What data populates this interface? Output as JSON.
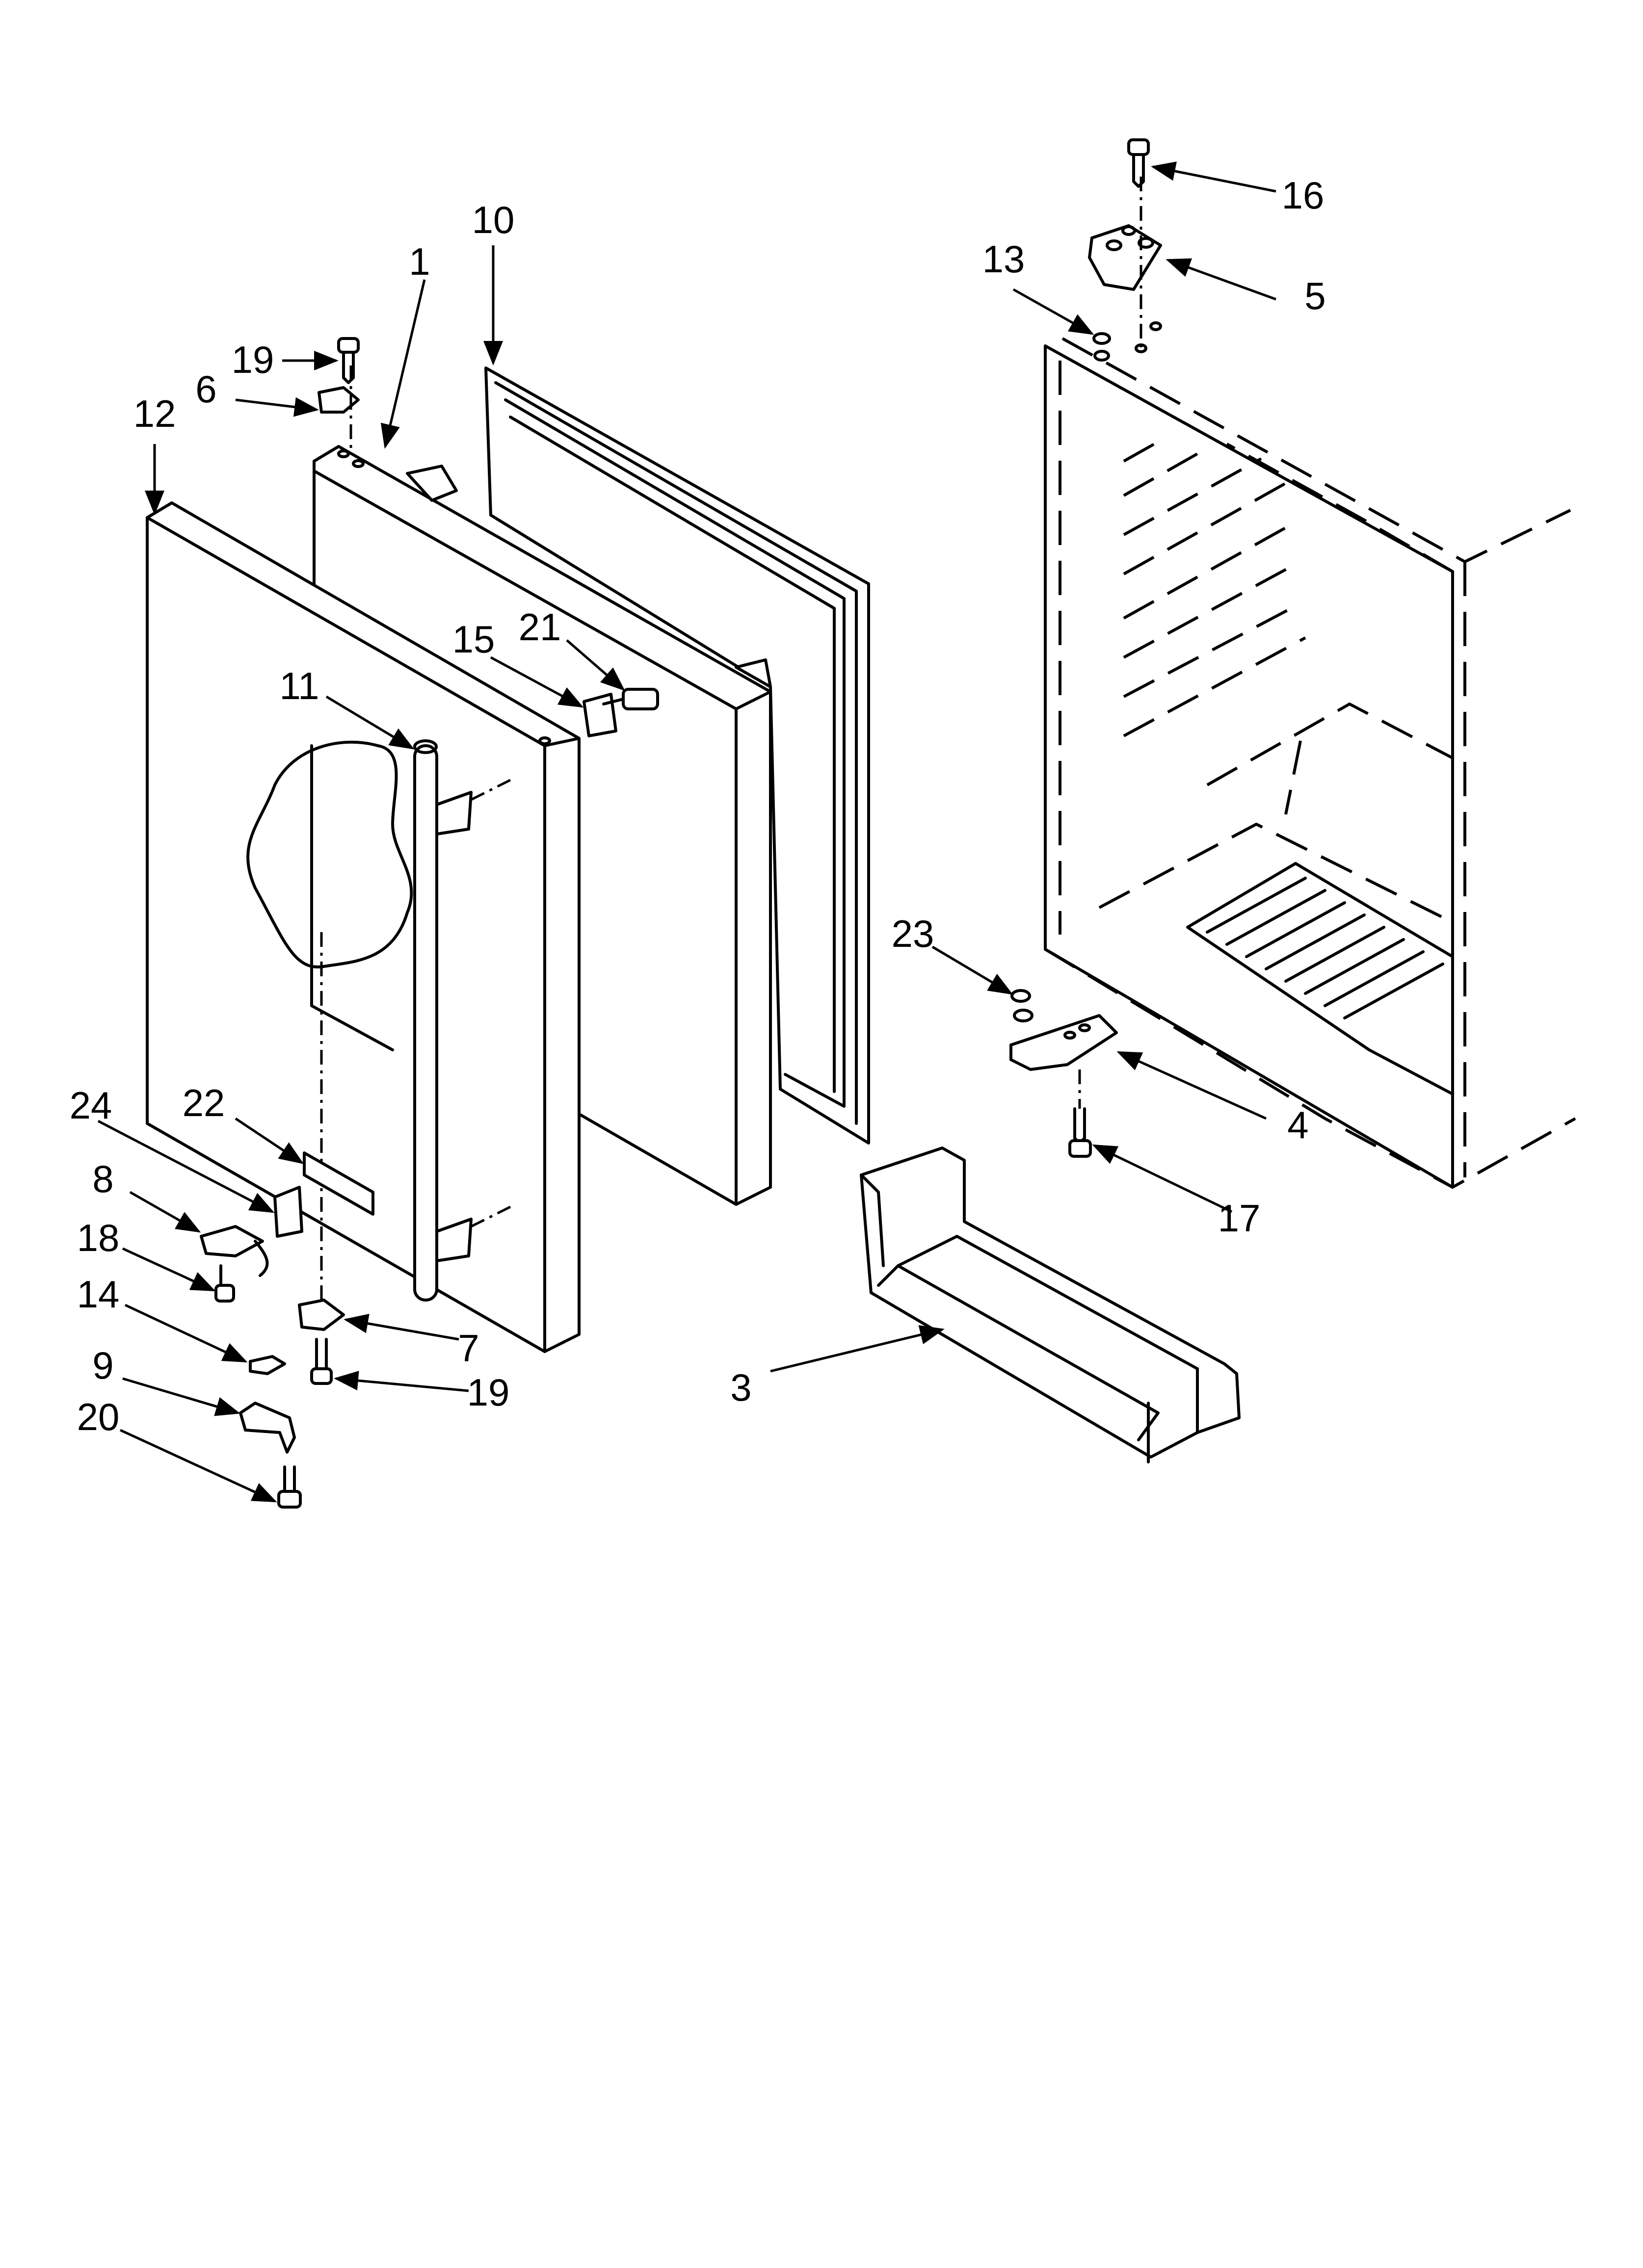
{
  "callouts": [
    {
      "id": "c1",
      "label": "1"
    },
    {
      "id": "c3",
      "label": "3"
    },
    {
      "id": "c4",
      "label": "4"
    },
    {
      "id": "c5",
      "label": "5"
    },
    {
      "id": "c6",
      "label": "6"
    },
    {
      "id": "c7",
      "label": "7"
    },
    {
      "id": "c8",
      "label": "8"
    },
    {
      "id": "c9",
      "label": "9"
    },
    {
      "id": "c10",
      "label": "10"
    },
    {
      "id": "c11",
      "label": "11"
    },
    {
      "id": "c12",
      "label": "12"
    },
    {
      "id": "c13",
      "label": "13"
    },
    {
      "id": "c14",
      "label": "14"
    },
    {
      "id": "c15",
      "label": "15"
    },
    {
      "id": "c16",
      "label": "16"
    },
    {
      "id": "c17",
      "label": "17"
    },
    {
      "id": "c18",
      "label": "18"
    },
    {
      "id": "c19a",
      "label": "19"
    },
    {
      "id": "c19b",
      "label": "19"
    },
    {
      "id": "c20",
      "label": "20"
    },
    {
      "id": "c21",
      "label": "21"
    },
    {
      "id": "c22",
      "label": "22"
    },
    {
      "id": "c23",
      "label": "23"
    },
    {
      "id": "c24",
      "label": "24"
    }
  ]
}
